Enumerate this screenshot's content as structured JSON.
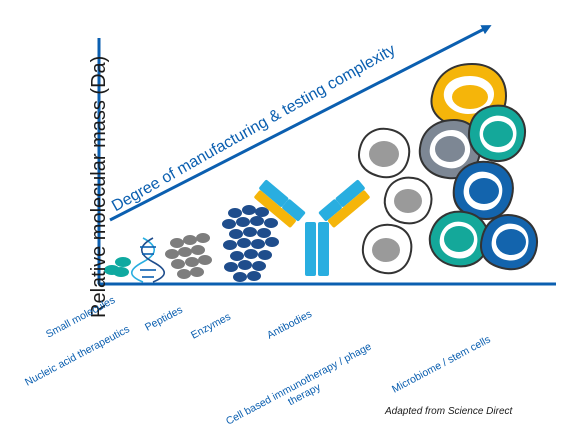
{
  "y_axis_label": "Relative molecular mass (Da)",
  "trend_label": "Degree of manufacturing & testing complexity",
  "categories": [
    "Small molecules",
    "Nucleic acid therapeutics",
    "Peptides",
    "Enzymes",
    "Antibodies",
    "Cell based immunotherapy / phage\ntherapy",
    "Microbiome / stem cells"
  ],
  "credit": "Adapted from Science Direct",
  "colors": {
    "axis": "#0b5fb0",
    "teal": "#0fa9a0",
    "dark_navy": "#1f4d8c",
    "gray": "#7d7d7d",
    "yellow": "#f5b50a",
    "light_blue": "#29aee0",
    "cell_teal": "#14a89a",
    "cell_navy": "#1364ad"
  },
  "icons": [
    "small-molecule-icon",
    "dna-helix-icon",
    "peptide-icon",
    "enzyme-icon",
    "antibody-icon",
    "phage-cell-icon",
    "stem-cell-icon"
  ]
}
